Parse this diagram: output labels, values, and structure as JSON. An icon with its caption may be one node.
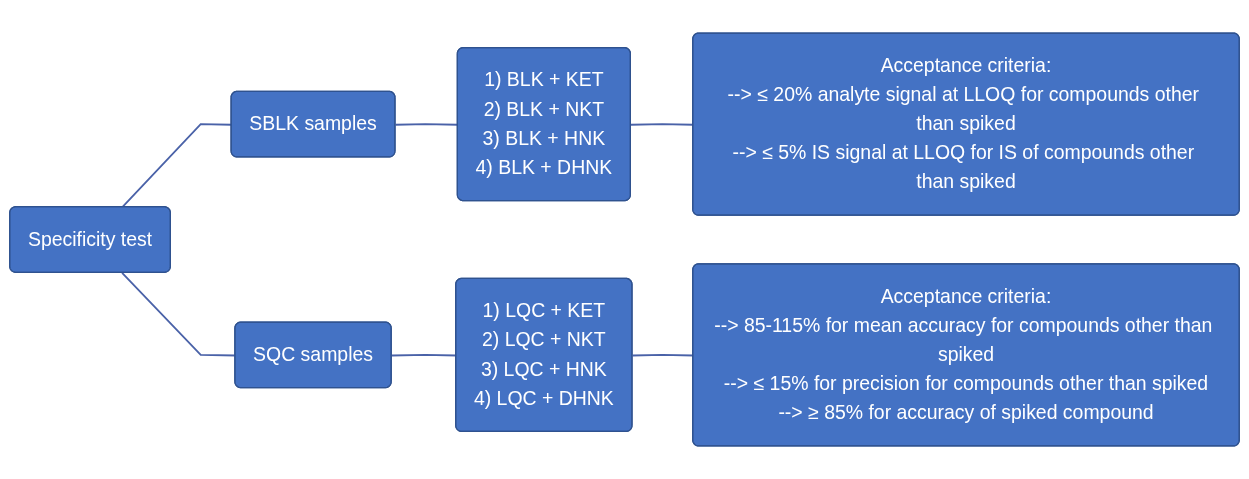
{
  "diagram": {
    "nodes": [
      {
        "text": [
          "Specificity test"
        ]
      },
      {
        "text": [
          "SBLK samples"
        ]
      },
      {
        "text": [
          "1) BLK + KET",
          "2) BLK + NKT",
          "3) BLK + HNK",
          "4) BLK + DHNK"
        ]
      },
      {
        "text": [
          "Acceptance criteria:",
          "--> ≤ 20% analyte signal at LLOQ for compounds other than spiked",
          "--> ≤ 5% IS signal at LLOQ for IS of compounds other than spiked"
        ]
      },
      {
        "text": [
          "SQC samples"
        ]
      },
      {
        "text": [
          "1) LQC + KET",
          "2) LQC + NKT",
          "3) LQC + HNK",
          "4) LQC + DHNK"
        ]
      },
      {
        "text": [
          "Acceptance criteria:",
          "--> 85-115% for mean accuracy for compounds other than spiked",
          "--> ≤ 15% for precision for compounds other than spiked",
          "--> ≥ 85% for accuracy of spiked compound"
        ]
      }
    ],
    "edges": [
      {
        "from": 0,
        "to": 1,
        "arrow": "none"
      },
      {
        "from": 0,
        "to": 4,
        "arrow": "none"
      },
      {
        "from": 1,
        "to": 2,
        "arrow": "none"
      },
      {
        "from": 2,
        "to": 3,
        "arrow": "none"
      },
      {
        "from": 4,
        "to": 5,
        "arrow": "none"
      },
      {
        "from": 5,
        "to": 6,
        "arrow": "none"
      }
    ]
  }
}
